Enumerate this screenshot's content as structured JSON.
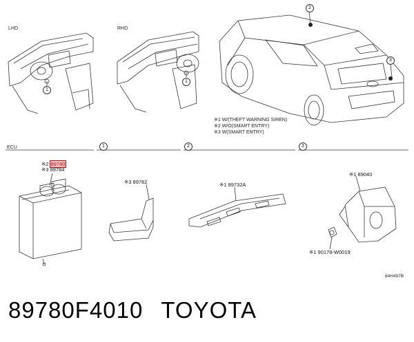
{
  "top_labels": {
    "lhd": "LHD",
    "rhd": "RHD"
  },
  "legend": {
    "line1": "※1  W/(THEFT WARNING SIREN)",
    "line2": "※2  W/O(SMART ENTRY)",
    "line3": "※3  W(SMART ENTRY)"
  },
  "sections": {
    "ecu": "ECU",
    "c1": "1",
    "c2": "2",
    "c3": "3"
  },
  "callouts": {
    "c1": "1",
    "c2": "2",
    "c3": "3"
  },
  "parts": {
    "ecu_prefix2": "※2",
    "ecu_part2": "89780",
    "ecu_prefix3": "※3",
    "ecu_part3": "89784",
    "sec1_part": "※3 89782",
    "sec2_part": "※1 89732A",
    "sec3_part": "※1 89040",
    "sec3_bolt": "※1 90178-W0019"
  },
  "diagram_code": "84H497B",
  "caption": {
    "part_number": "89780F4010",
    "brand": "TOYOTA"
  },
  "colors": {
    "highlight": "#c00000",
    "highlight_bg": "#f4c9c9"
  }
}
